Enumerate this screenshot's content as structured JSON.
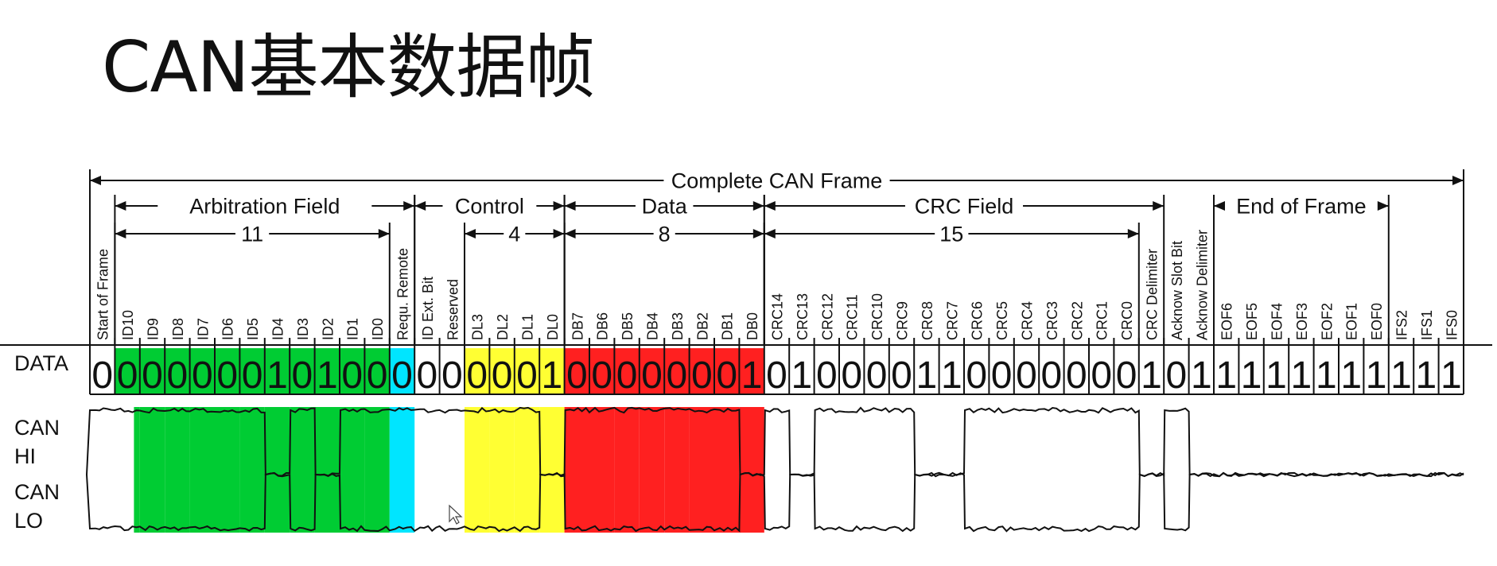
{
  "slide": {
    "title": "CAN基本数据帧"
  },
  "frame": {
    "complete_label": "Complete CAN Frame",
    "fields": [
      {
        "name": "Arbitration Field",
        "from": 1,
        "to": 12
      },
      {
        "name": "Control",
        "from": 13,
        "to": 18
      },
      {
        "name": "Data",
        "from": 19,
        "to": 26
      },
      {
        "name": "CRC Field",
        "from": 27,
        "to": 42
      },
      {
        "name": "End of Frame",
        "from": 45,
        "to": 51
      }
    ],
    "counts": [
      {
        "label": "11",
        "from": 1,
        "to": 11
      },
      {
        "label": "4",
        "from": 15,
        "to": 18
      },
      {
        "label": "8",
        "from": 19,
        "to": 26
      },
      {
        "label": "15",
        "from": 27,
        "to": 41
      }
    ],
    "bits": [
      {
        "label": "Start of Frame",
        "value": "0",
        "color": "#ffffff"
      },
      {
        "label": "ID10",
        "value": "0",
        "color": "#00cc33"
      },
      {
        "label": "ID9",
        "value": "0",
        "color": "#00cc33"
      },
      {
        "label": "ID8",
        "value": "0",
        "color": "#00cc33"
      },
      {
        "label": "ID7",
        "value": "0",
        "color": "#00cc33"
      },
      {
        "label": "ID6",
        "value": "0",
        "color": "#00cc33"
      },
      {
        "label": "ID5",
        "value": "0",
        "color": "#00cc33"
      },
      {
        "label": "ID4",
        "value": "1",
        "color": "#00cc33"
      },
      {
        "label": "ID3",
        "value": "0",
        "color": "#00cc33"
      },
      {
        "label": "ID2",
        "value": "1",
        "color": "#00cc33"
      },
      {
        "label": "ID1",
        "value": "0",
        "color": "#00cc33"
      },
      {
        "label": "ID0",
        "value": "0",
        "color": "#00cc33"
      },
      {
        "label": "Requ. Remote",
        "value": "0",
        "color": "#00e5ff"
      },
      {
        "label": "ID Ext. Bit",
        "value": "0",
        "color": "#ffffff"
      },
      {
        "label": "Reserved",
        "value": "0",
        "color": "#ffffff"
      },
      {
        "label": "DL3",
        "value": "0",
        "color": "#ffff33"
      },
      {
        "label": "DL2",
        "value": "0",
        "color": "#ffff33"
      },
      {
        "label": "DL1",
        "value": "0",
        "color": "#ffff33"
      },
      {
        "label": "DL0",
        "value": "1",
        "color": "#ffff33"
      },
      {
        "label": "DB7",
        "value": "0",
        "color": "#ff2020"
      },
      {
        "label": "DB6",
        "value": "0",
        "color": "#ff2020"
      },
      {
        "label": "DB5",
        "value": "0",
        "color": "#ff2020"
      },
      {
        "label": "DB4",
        "value": "0",
        "color": "#ff2020"
      },
      {
        "label": "DB3",
        "value": "0",
        "color": "#ff2020"
      },
      {
        "label": "DB2",
        "value": "0",
        "color": "#ff2020"
      },
      {
        "label": "DB1",
        "value": "0",
        "color": "#ff2020"
      },
      {
        "label": "DB0",
        "value": "1",
        "color": "#ff2020"
      },
      {
        "label": "CRC14",
        "value": "0",
        "color": "#ffffff"
      },
      {
        "label": "CRC13",
        "value": "1",
        "color": "#ffffff"
      },
      {
        "label": "CRC12",
        "value": "0",
        "color": "#ffffff"
      },
      {
        "label": "CRC11",
        "value": "0",
        "color": "#ffffff"
      },
      {
        "label": "CRC10",
        "value": "0",
        "color": "#ffffff"
      },
      {
        "label": "CRC9",
        "value": "0",
        "color": "#ffffff"
      },
      {
        "label": "CRC8",
        "value": "1",
        "color": "#ffffff"
      },
      {
        "label": "CRC7",
        "value": "1",
        "color": "#ffffff"
      },
      {
        "label": "CRC6",
        "value": "0",
        "color": "#ffffff"
      },
      {
        "label": "CRC5",
        "value": "0",
        "color": "#ffffff"
      },
      {
        "label": "CRC4",
        "value": "0",
        "color": "#ffffff"
      },
      {
        "label": "CRC3",
        "value": "0",
        "color": "#ffffff"
      },
      {
        "label": "CRC2",
        "value": "0",
        "color": "#ffffff"
      },
      {
        "label": "CRC1",
        "value": "0",
        "color": "#ffffff"
      },
      {
        "label": "CRC0",
        "value": "0",
        "color": "#ffffff"
      },
      {
        "label": "CRC Delimiter",
        "value": "1",
        "color": "#ffffff"
      },
      {
        "label": "Acknow Slot Bit",
        "value": "0",
        "color": "#ffffff"
      },
      {
        "label": "Acknow Delimiter",
        "value": "1",
        "color": "#ffffff"
      },
      {
        "label": "EOF6",
        "value": "1",
        "color": "#ffffff"
      },
      {
        "label": "EOF5",
        "value": "1",
        "color": "#ffffff"
      },
      {
        "label": "EOF4",
        "value": "1",
        "color": "#ffffff"
      },
      {
        "label": "EOF3",
        "value": "1",
        "color": "#ffffff"
      },
      {
        "label": "EOF2",
        "value": "1",
        "color": "#ffffff"
      },
      {
        "label": "EOF1",
        "value": "1",
        "color": "#ffffff"
      },
      {
        "label": "EOF0",
        "value": "1",
        "color": "#ffffff"
      },
      {
        "label": "IFS2",
        "value": "1",
        "color": "#ffffff"
      },
      {
        "label": "IFS1",
        "value": "1",
        "color": "#ffffff"
      },
      {
        "label": "IFS0",
        "value": "1",
        "color": "#ffffff"
      }
    ]
  },
  "rows": {
    "data": "DATA",
    "can_hi_1": "CAN",
    "can_hi_2": "HI",
    "can_lo_1": "CAN",
    "can_lo_2": "LO"
  }
}
